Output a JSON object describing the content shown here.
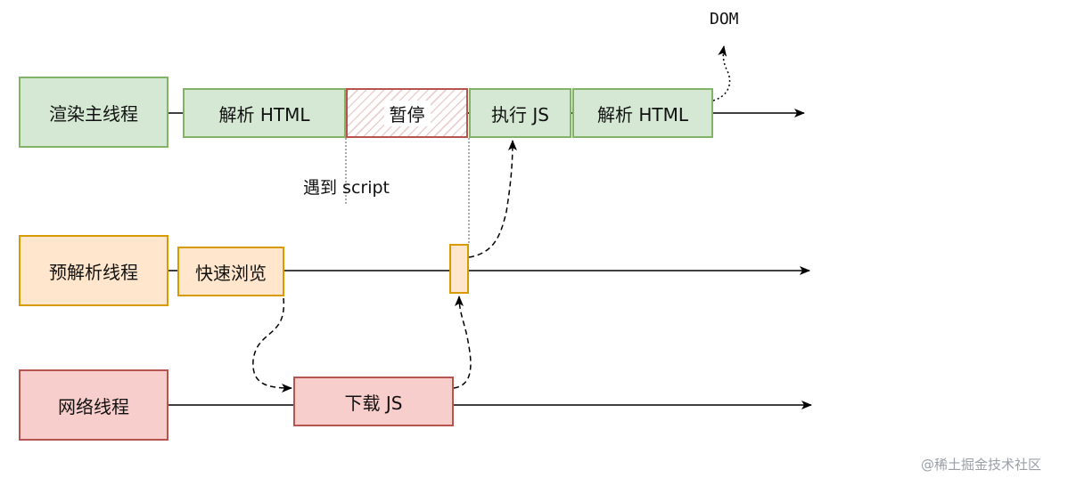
{
  "threads": {
    "main": "渲染主线程",
    "preparse": "预解析线程",
    "network": "网络线程"
  },
  "main_steps": {
    "parse1": "解析 HTML",
    "pause": "暂停",
    "exec": "执行 JS",
    "parse2": "解析 HTML"
  },
  "preparse_steps": {
    "scan": "快速浏览"
  },
  "network_steps": {
    "download": "下载 JS"
  },
  "labels": {
    "script": "遇到 script",
    "dom": "DOM",
    "watermark": "@稀土掘金技术社区"
  },
  "colors": {
    "green_fill": "#d5e8d4",
    "green_stroke": "#82b366",
    "orange_fill": "#ffe6cc",
    "orange_stroke": "#d79b00",
    "red_fill": "#f8cecc",
    "red_stroke": "#b85450"
  }
}
